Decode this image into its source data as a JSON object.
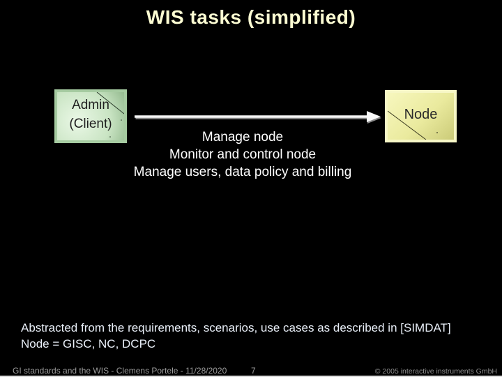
{
  "slide": {
    "title": "WIS tasks (simplified)",
    "diagram": {
      "admin_box": {
        "line1": "Admin",
        "line2": "(Client)"
      },
      "node_box": {
        "label": "Node"
      },
      "tasks": {
        "line1": "Manage node",
        "line2": "Monitor and control node",
        "line3": "Manage users, data policy and billing"
      }
    },
    "notes": {
      "line1": "Abstracted from the requirements, scenarios, use cases as described in [SIMDAT]",
      "line2": "Node = GISC, NC, DCPC"
    },
    "footer": {
      "left": "GI standards and the WIS - Clemens Portele  -  11/28/2020",
      "page": "7",
      "right": "© 2005 interactive instruments GmbH"
    },
    "colors": {
      "background": "#000000",
      "title": "#FCFCD2",
      "tasks_text": "#FFFFFF",
      "notes_text": "#E9EFF8",
      "footer_text": "#9C9C9C",
      "admin_box_border": "#A6CBA1",
      "admin_box_fill": "#D5EDD0",
      "node_box_border": "#F7F7C6",
      "node_box_fill": "#EDEDA0",
      "arrow": "#FFFFFF"
    }
  }
}
